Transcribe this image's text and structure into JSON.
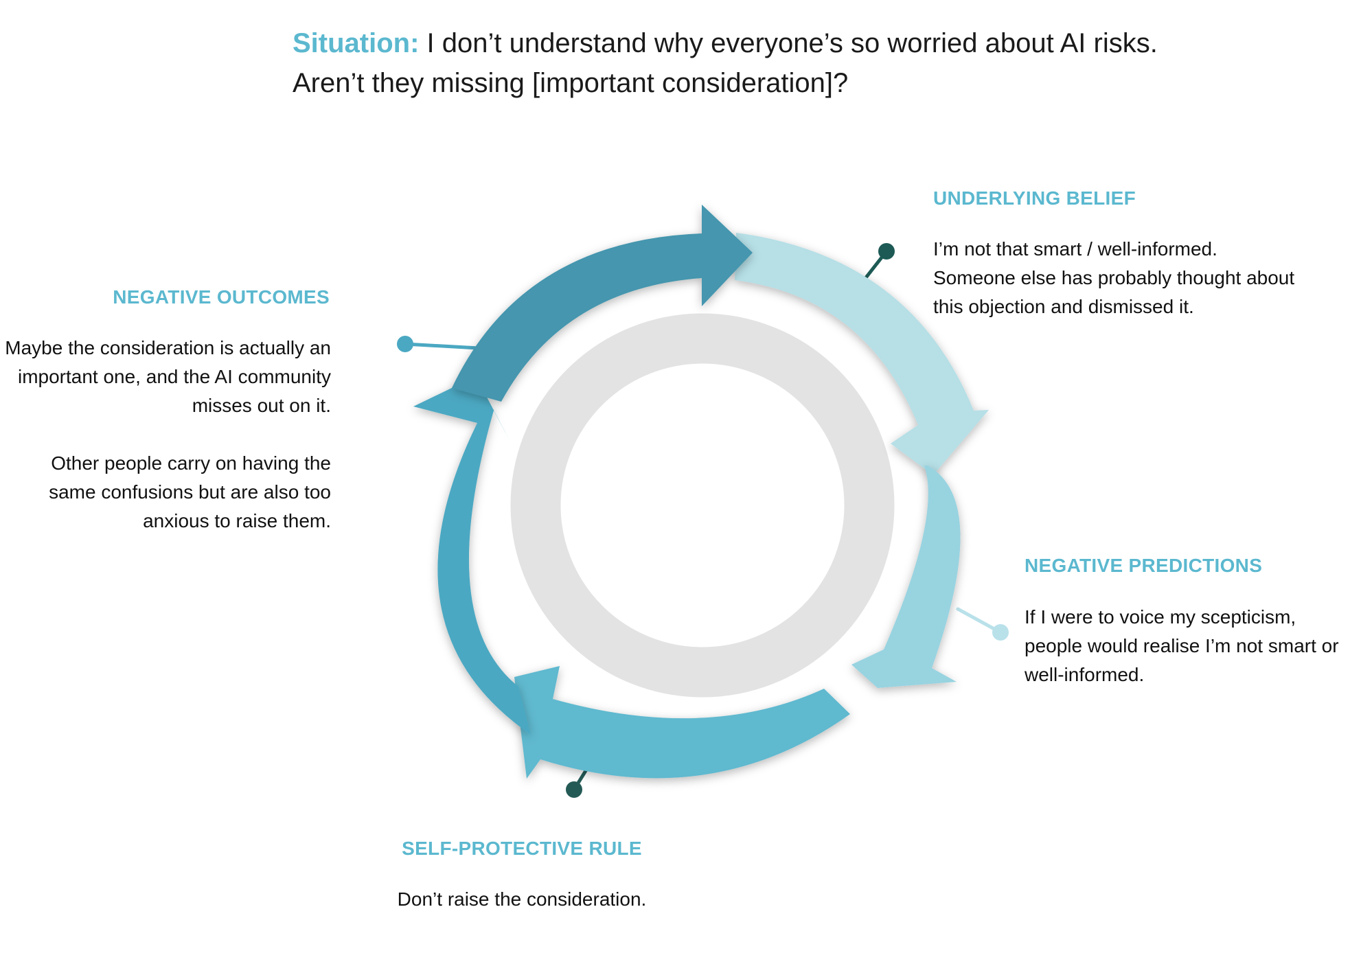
{
  "situation": {
    "lead": "Situation:",
    "text": "I don’t understand why everyone’s so worried about AI risks. Aren’t they missing [important consideration]?"
  },
  "stages": {
    "underlying_belief": {
      "title": "UNDERLYING BELIEF",
      "body": [
        "I’m not that smart / well-informed. Someone else has probably thought about this objection and dismissed it."
      ],
      "color": "#b6dfe6",
      "dot_color": "#1d5a55"
    },
    "negative_predictions": {
      "title": "NEGATIVE PREDICTIONS",
      "body": [
        "If I were to voice my scepticism, people would realise I’m not smart or well-informed."
      ],
      "color": "#98d3e0",
      "dot_color": "#b9e1ea"
    },
    "self_protective_rule": {
      "title": "SELF-PROTECTIVE RULE",
      "body": [
        "Don’t raise the consideration."
      ],
      "color": "#5fb9cf",
      "dot_color": "#245a56"
    },
    "negative_outcomes": {
      "title": "NEGATIVE OUTCOMES",
      "body": [
        "Maybe the consideration is actually an important one, and the AI community misses out on it.",
        "Other people carry on having the same confusions but are also too anxious to raise them."
      ],
      "color": "#4ba8c2",
      "dot_color": "#4ba8c2"
    }
  },
  "colors": {
    "title_accent": "#5bb8cf",
    "top_arrow": "#4596ae",
    "inner_ring": "#e3e3e3"
  }
}
